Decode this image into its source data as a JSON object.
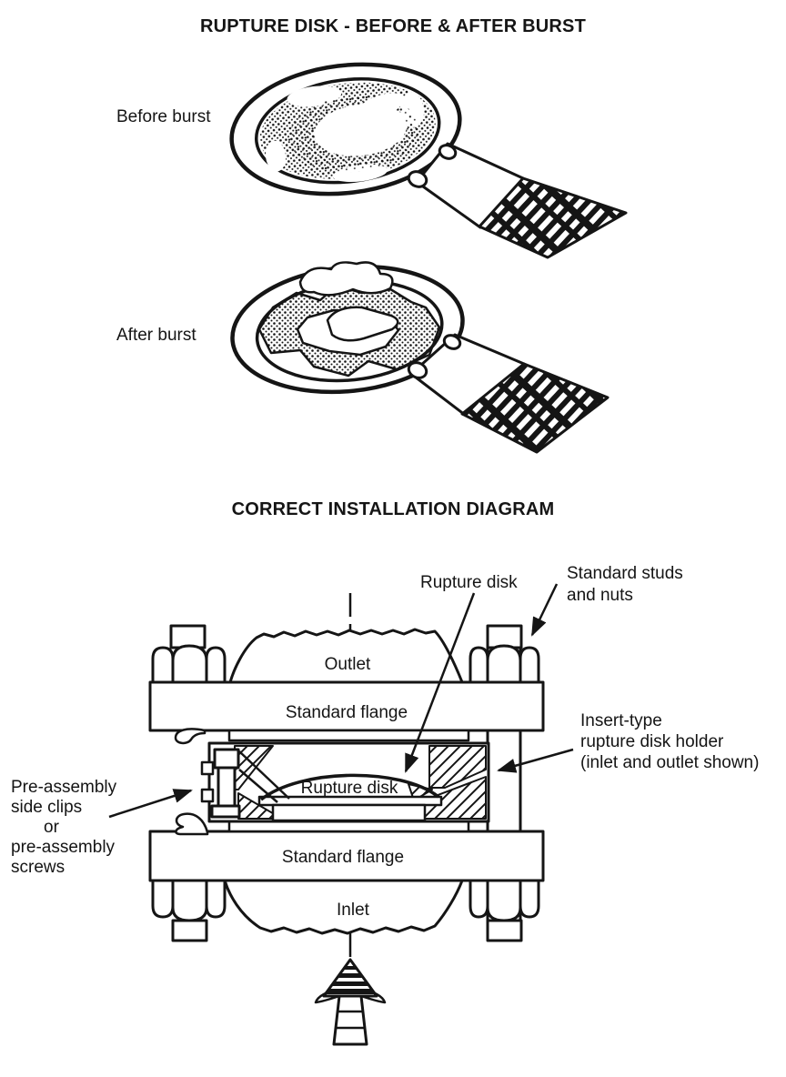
{
  "page": {
    "background": "#ffffff",
    "ink": "#151515"
  },
  "burst_section": {
    "title": "RUPTURE DISK - BEFORE & AFTER BURST",
    "before_label": "Before burst",
    "after_label": "After burst"
  },
  "install_section": {
    "title": "CORRECT INSTALLATION DIAGRAM",
    "callouts": {
      "rupture_disk": "Rupture disk",
      "studs_line1": "Standard studs",
      "studs_line2": "and nuts",
      "holder_line1": "Insert-type",
      "holder_line2": "rupture disk holder",
      "holder_line3": "(inlet and outlet shown)",
      "preassembly_line1": "Pre-assembly",
      "preassembly_line2": "side clips",
      "preassembly_line3": "or",
      "preassembly_line4": "pre-assembly",
      "preassembly_line5": "screws"
    },
    "part_labels": {
      "outlet": "Outlet",
      "flange_top": "Standard flange",
      "rupture_disk": "Rupture disk",
      "flange_bottom": "Standard flange",
      "inlet": "Inlet"
    }
  }
}
